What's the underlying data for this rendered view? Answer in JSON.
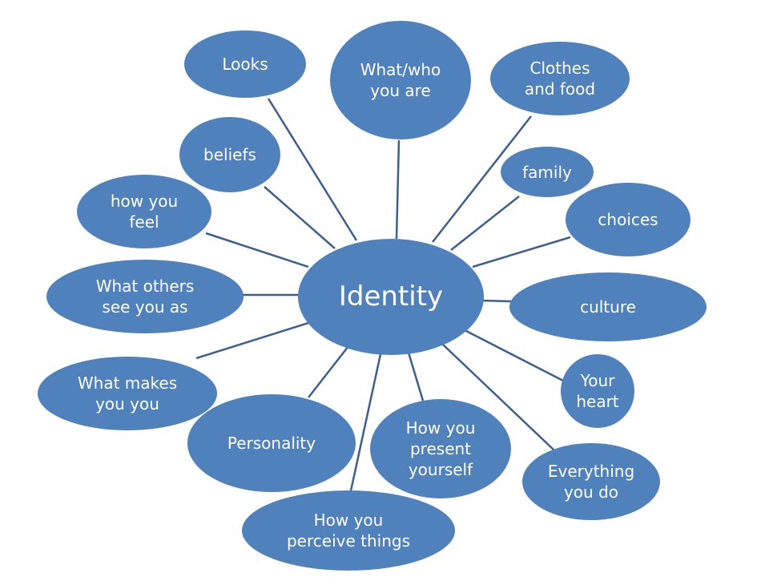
{
  "diagram": {
    "center": "Identity",
    "nodes": [
      {
        "id": "looks",
        "label": "Looks"
      },
      {
        "id": "what-who",
        "label": "What/who\nyou are"
      },
      {
        "id": "clothes-food",
        "label": "Clothes\nand food"
      },
      {
        "id": "family",
        "label": "family"
      },
      {
        "id": "choices",
        "label": "choices"
      },
      {
        "id": "culture",
        "label": "culture"
      },
      {
        "id": "your-heart",
        "label": "Your\nheart"
      },
      {
        "id": "everything",
        "label": "Everything\nyou do"
      },
      {
        "id": "present",
        "label": "How you\npresent\nyourself"
      },
      {
        "id": "perceive",
        "label": "How you\nperceive things"
      },
      {
        "id": "personality",
        "label": "Personality"
      },
      {
        "id": "makes-you",
        "label": "What makes\nyou you"
      },
      {
        "id": "others-see",
        "label": "What others\nsee you as"
      },
      {
        "id": "how-feel",
        "label": "how you\nfeel"
      },
      {
        "id": "beliefs",
        "label": "beliefs"
      }
    ],
    "colors": {
      "node_fill": "#4f81bd",
      "link": "#3b5f8f",
      "text": "#ffffff"
    }
  }
}
